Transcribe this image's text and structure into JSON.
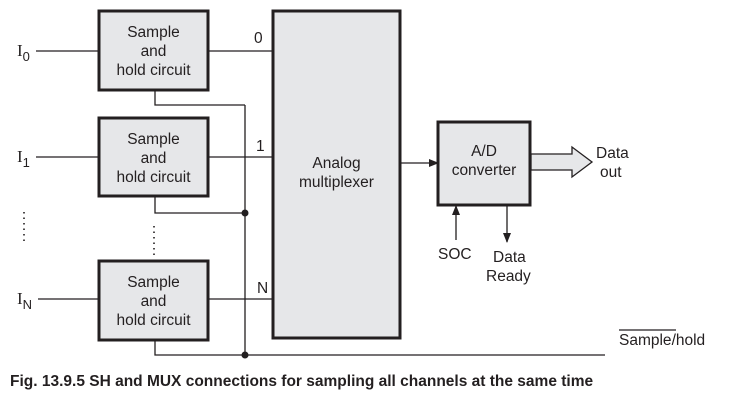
{
  "inputs": [
    {
      "name": "I",
      "sub": "0",
      "channel": "0"
    },
    {
      "name": "I",
      "sub": "1",
      "channel": "1"
    },
    {
      "name": "I",
      "sub": "N",
      "channel": "N"
    }
  ],
  "sh_block": {
    "line1": "Sample",
    "line2": "and",
    "line3": "hold circuit"
  },
  "mux": {
    "line1": "Analog",
    "line2": "multiplexer"
  },
  "adc": {
    "line1": "A/D",
    "line2": "converter"
  },
  "data_out": {
    "line1": "Data",
    "line2": "out"
  },
  "soc": "SOC",
  "data_ready": {
    "line1": "Data",
    "line2": "Ready"
  },
  "control": {
    "overlined": "Sample",
    "rest": "/hold"
  },
  "caption": "Fig. 13.9.5 SH and MUX connections for sampling all channels at the same time"
}
